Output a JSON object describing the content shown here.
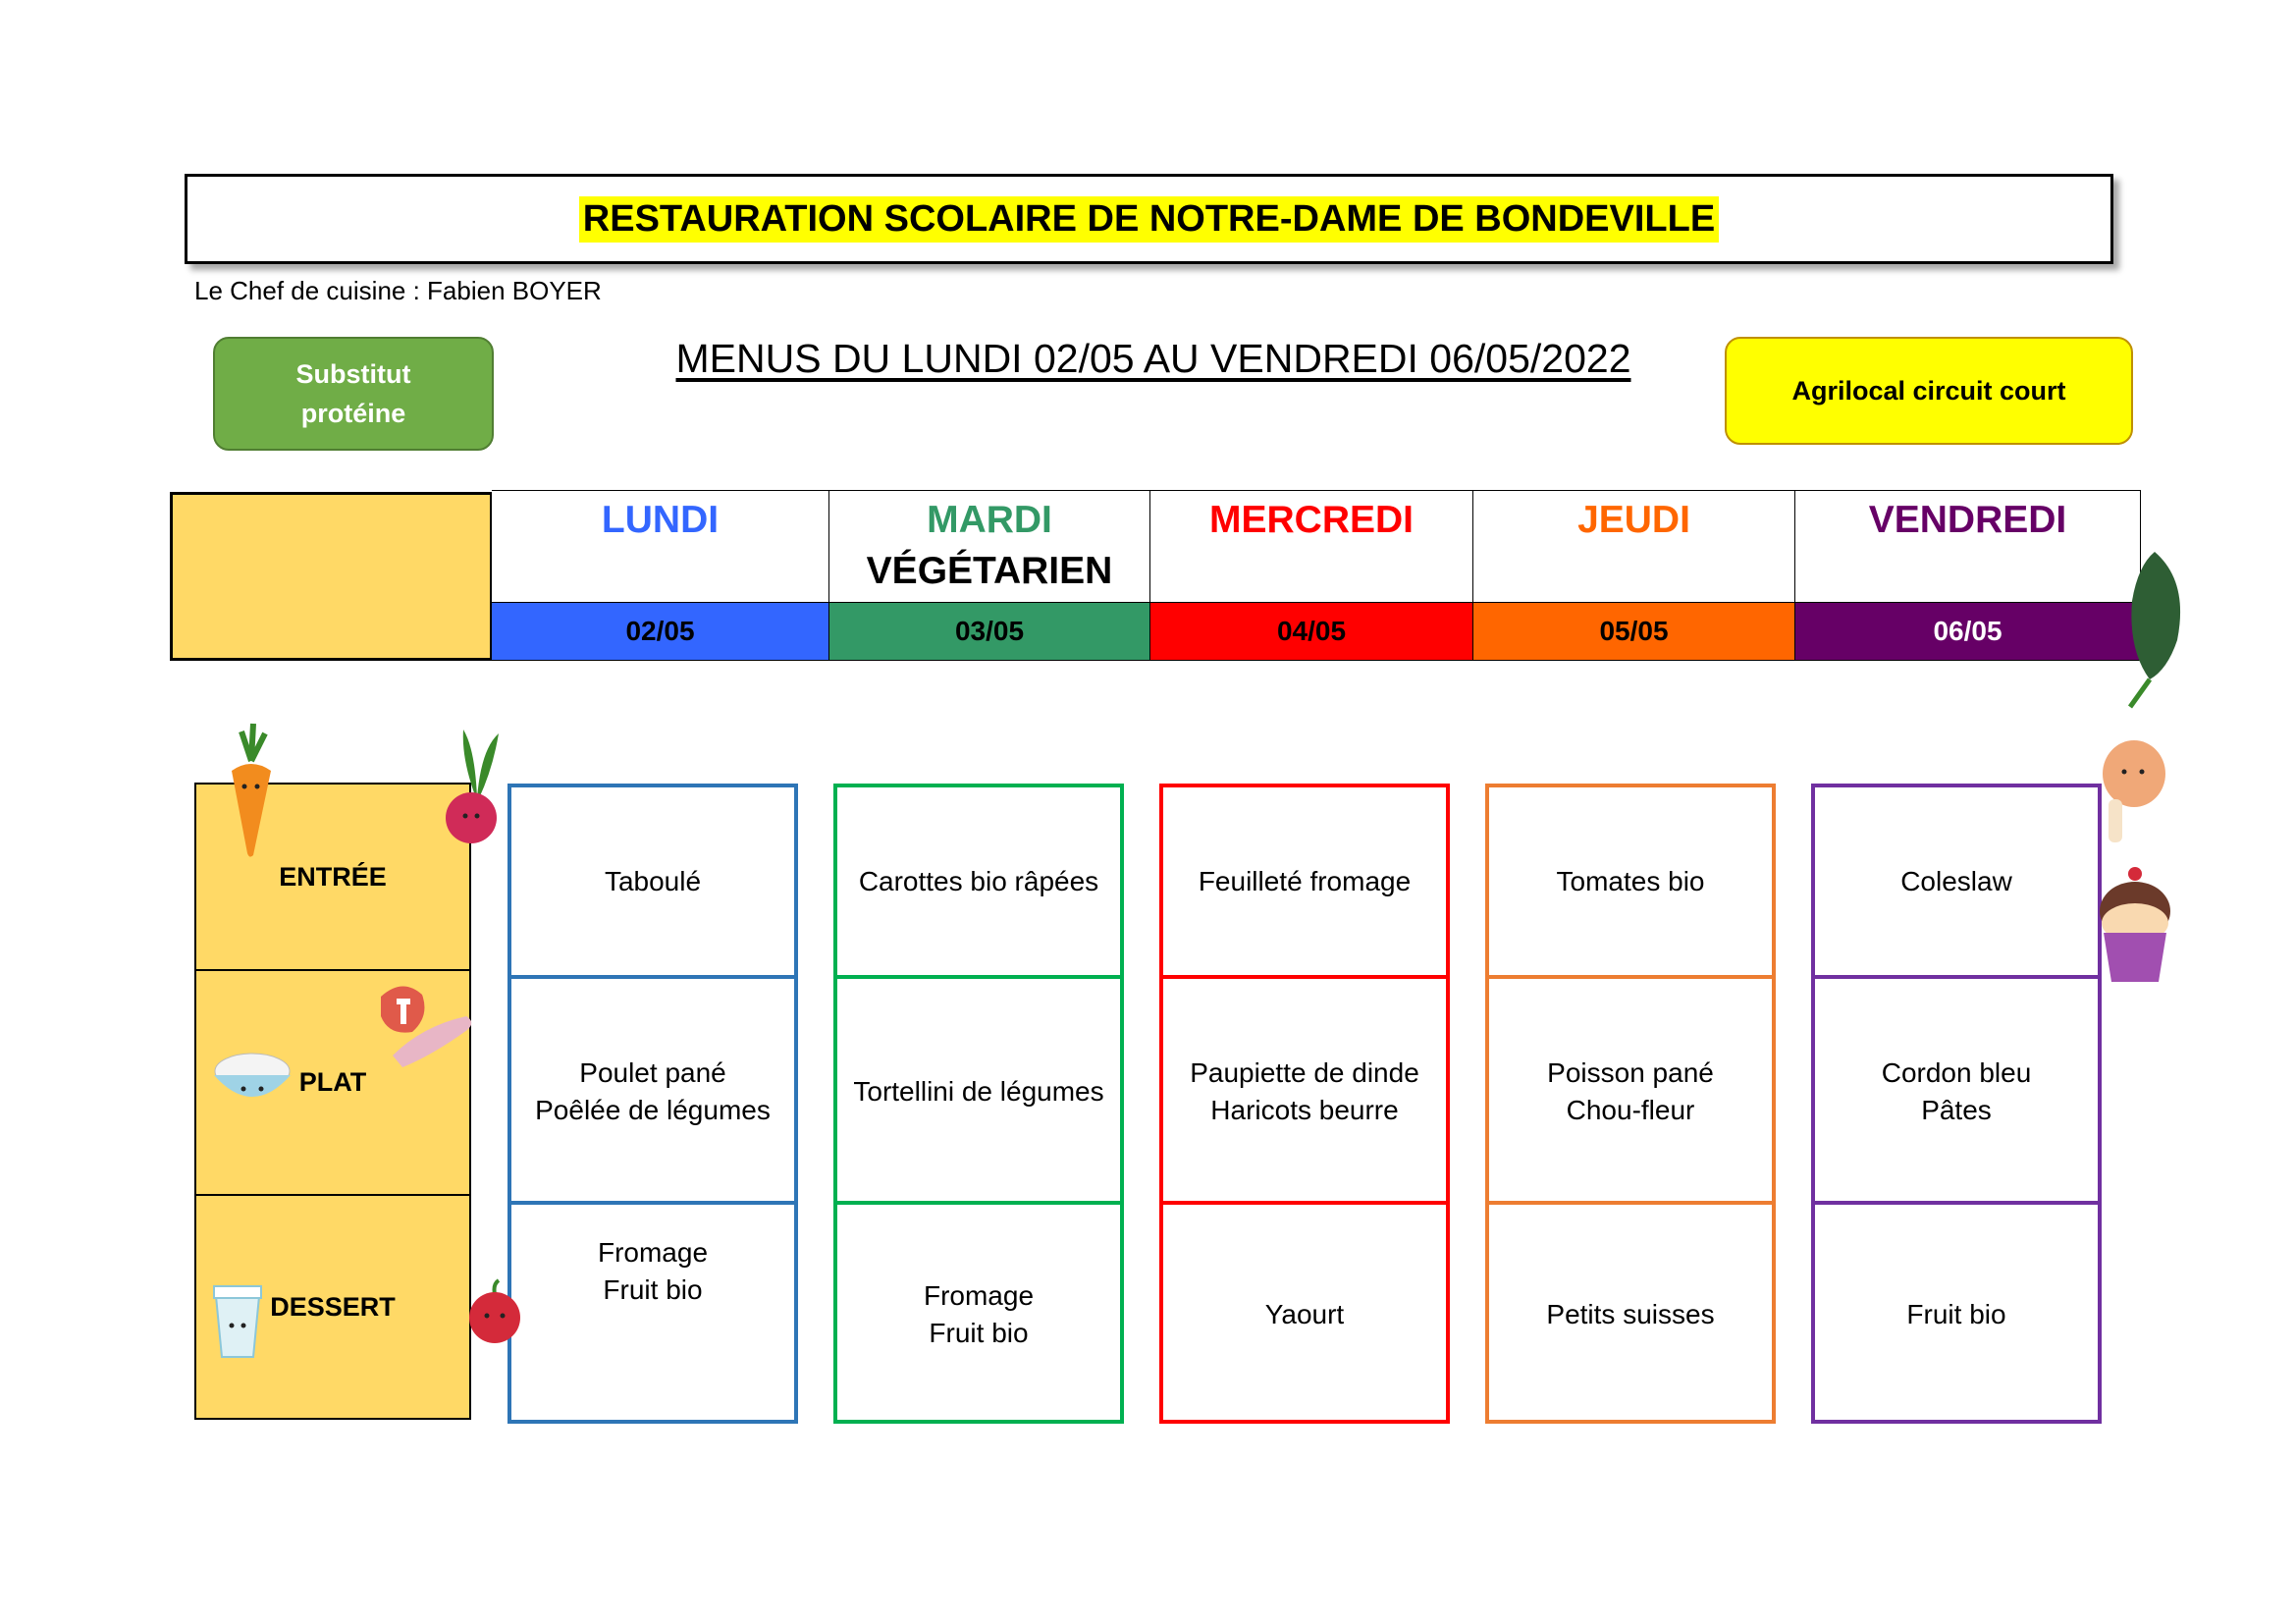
{
  "title": "RESTAURATION SCOLAIRE DE NOTRE-DAME DE BONDEVILLE",
  "chef": "Le Chef de cuisine : Fabien BOYER",
  "menus_title": "MENUS DU LUNDI 02/05 AU VENDREDI 06/05/2022",
  "legend": {
    "substitut_line1": "Substitut",
    "substitut_line2": "protéine",
    "substitut_color": "#70ad47",
    "agrilocal": "Agrilocal circuit court",
    "agrilocal_color": "#ffff00"
  },
  "labels": {
    "entree": "ENTRÉE",
    "plat": "PLAT",
    "dessert": "DESSERT"
  },
  "days": [
    {
      "name": "LUNDI",
      "subtitle": "",
      "date": "02/05",
      "name_color": "#3366ff",
      "date_bg": "#3366ff",
      "border": "#2e75b6",
      "entree": [
        "Taboulé"
      ],
      "plat": [
        "Poulet pané",
        "Poêlée de légumes"
      ],
      "dessert": [
        "Fromage",
        "Fruit bio"
      ]
    },
    {
      "name": "MARDI",
      "subtitle": "VÉGÉTARIEN",
      "date": "03/05",
      "name_color": "#339966",
      "date_bg": "#339966",
      "border": "#00b050",
      "entree": [
        "Carottes bio râpées"
      ],
      "plat": [
        "Tortellini de légumes"
      ],
      "dessert": [
        "Fromage",
        "Fruit bio"
      ]
    },
    {
      "name": "MERCREDI",
      "subtitle": "",
      "date": "04/05",
      "name_color": "#ff0000",
      "date_bg": "#ff0000",
      "border": "#ff0000",
      "entree": [
        "Feuilleté fromage"
      ],
      "plat": [
        "Paupiette de dinde",
        "Haricots beurre"
      ],
      "dessert": [
        "Yaourt"
      ]
    },
    {
      "name": "JEUDI",
      "subtitle": "",
      "date": "05/05",
      "name_color": "#ff6600",
      "date_bg": "#ff6600",
      "border": "#ed7d31",
      "entree": [
        "Tomates bio"
      ],
      "plat": [
        "Poisson pané",
        "Chou-fleur"
      ],
      "dessert": [
        "Petits suisses"
      ]
    },
    {
      "name": "VENDREDI",
      "subtitle": "",
      "date": "06/05",
      "name_color": "#660066",
      "date_bg": "#660066",
      "border": "#7030a0",
      "entree": [
        "Coleslaw"
      ],
      "plat": [
        "Cordon bleu",
        "Pâtes"
      ],
      "dessert": [
        "Fruit bio"
      ]
    }
  ],
  "icons": [
    "carrot-icon",
    "beet-icon",
    "meat-icon",
    "fish-icon",
    "rice-bowl-icon",
    "yogurt-icon",
    "apple-icon",
    "spinach-icon",
    "chicken-leg-icon",
    "cupcake-icon"
  ]
}
